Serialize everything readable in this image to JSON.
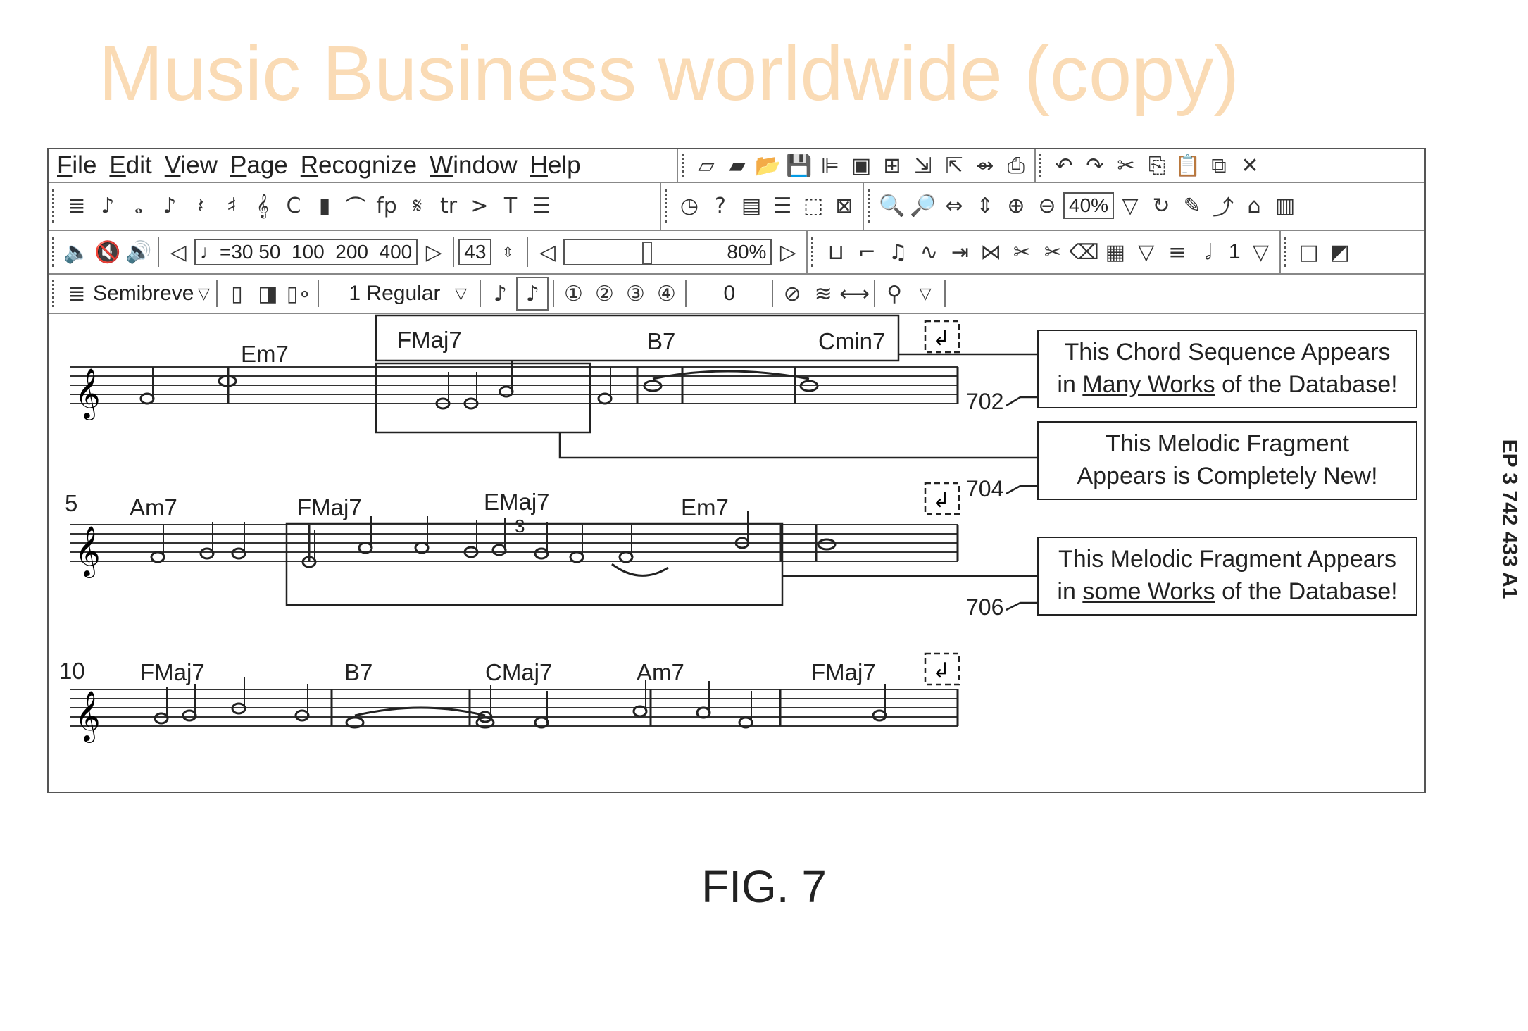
{
  "menu": [
    {
      "u": "F",
      "rest": "ile"
    },
    {
      "u": "E",
      "rest": "dit"
    },
    {
      "u": "V",
      "rest": "iew"
    },
    {
      "u": "P",
      "rest": "age"
    },
    {
      "u": "R",
      "rest": "ecognize"
    },
    {
      "u": "W",
      "rest": "indow"
    },
    {
      "u": "H",
      "rest": "elp"
    }
  ],
  "toolbars": {
    "file": [
      [
        "new-icon",
        "▱"
      ],
      [
        "new-from-template-icon",
        "▰"
      ],
      [
        "open-icon",
        "📂"
      ],
      [
        "save-icon",
        "💾"
      ],
      [
        "properties-icon",
        "⊫"
      ],
      [
        "scan-icon",
        "▣"
      ],
      [
        "add-page-icon",
        "⊞"
      ],
      [
        "import-icon",
        "⇲"
      ],
      [
        "export-icon",
        "⇱"
      ],
      [
        "export-midi-icon",
        "⇴"
      ],
      [
        "print-icon",
        "⎙"
      ]
    ],
    "edit": [
      [
        "undo-icon",
        "↶"
      ],
      [
        "redo-icon",
        "↷"
      ],
      [
        "cut-icon",
        "✂"
      ],
      [
        "copy-icon",
        "⎘"
      ],
      [
        "paste-icon",
        "📋"
      ],
      [
        "paste-special-icon",
        "⧉"
      ],
      [
        "delete-icon",
        "✕"
      ]
    ],
    "palette": [
      [
        "staff-icon",
        "≣"
      ],
      [
        "note-icon",
        "♪"
      ],
      [
        "whole-note-icon",
        "𝅝"
      ],
      [
        "eighth-note-icon",
        "♪"
      ],
      [
        "rest-icon",
        "𝄽"
      ],
      [
        "sharp-icon",
        "♯"
      ],
      [
        "treble-clef-icon",
        "𝄞"
      ],
      [
        "time-signature-icon",
        "C"
      ],
      [
        "barline-icon",
        "▮"
      ],
      [
        "slur-icon",
        "⌒"
      ],
      [
        "dynamics-icon",
        "fp"
      ],
      [
        "segno-icon",
        "𝄋"
      ],
      [
        "trill-icon",
        "tr"
      ],
      [
        "accent-icon",
        ">"
      ],
      [
        "text-icon",
        "T"
      ],
      [
        "layout-icon",
        "☰"
      ]
    ],
    "tools": [
      [
        "clock-icon",
        "◷"
      ],
      [
        "help-icon",
        "?"
      ],
      [
        "page-layout-icon",
        "▤"
      ],
      [
        "page-icon",
        "☰"
      ],
      [
        "page-frame-icon",
        "⬚"
      ],
      [
        "no-page-icon",
        "⊠"
      ]
    ],
    "view": [
      [
        "search-icon",
        "🔍"
      ],
      [
        "zoom-tool-icon",
        "🔎"
      ],
      [
        "fit-width-icon",
        "⇔"
      ],
      [
        "fit-height-icon",
        "⇕"
      ],
      [
        "zoom-in-icon",
        "⊕"
      ],
      [
        "zoom-out-icon",
        "⊖"
      ]
    ],
    "view2": [
      [
        "rotate-icon",
        "↻"
      ],
      [
        "pen-icon",
        "✎"
      ],
      [
        "connect-icon",
        "⤴"
      ],
      [
        "brush-icon",
        "⌂"
      ],
      [
        "columns-icon",
        "▥"
      ]
    ],
    "play": [
      [
        "speaker-icon",
        "🔈"
      ],
      [
        "mute-icon",
        "🔇"
      ],
      [
        "speaker-loud-icon",
        "🔊"
      ]
    ],
    "recog": [
      [
        "stem-icon",
        "⊔"
      ],
      [
        "flag-icon",
        "⌐"
      ],
      [
        "beam-icon",
        "♫"
      ],
      [
        "tie-icon",
        "∿"
      ],
      [
        "split-icon",
        "⇥"
      ],
      [
        "merge-icon",
        "⋈"
      ],
      [
        "cut-note-icon",
        "✂"
      ],
      [
        "scissors-icon",
        "✂"
      ],
      [
        "eraser-icon",
        "⌫"
      ],
      [
        "grid-icon",
        "▦"
      ]
    ],
    "recog2": [
      [
        "list-icon",
        "≡"
      ],
      [
        "half-note-icon",
        "𝅗𝅥"
      ]
    ],
    "misc": [
      [
        "blank-icon",
        "□"
      ],
      [
        "frame-icon",
        "◩"
      ]
    ],
    "row4a": [
      [
        "frame-single-icon",
        "▯"
      ],
      [
        "frame-right-icon",
        "◨"
      ],
      [
        "frame-dots-icon",
        "▯∘"
      ]
    ],
    "voices": [
      "①",
      "②",
      "③",
      "④"
    ],
    "row4b": [
      [
        "no-slash-icon",
        "⊘"
      ],
      [
        "tremolo-icon",
        "≋"
      ],
      [
        "width-icon",
        "⟷"
      ]
    ]
  },
  "values": {
    "tempo_label": "♩=30",
    "tempo_scale": "50  100  200  400",
    "measure": "43",
    "volume": "80%",
    "zoom": "40%",
    "voice_number": "1",
    "duration": "Semibreve",
    "font_style": "1 Regular",
    "offset": "0"
  },
  "score": {
    "system1": {
      "chords": [
        "Em7",
        "FMaj7",
        "B7",
        "Cmin7"
      ]
    },
    "system2": {
      "number": "5",
      "chords": [
        "Am7",
        "FMaj7",
        "EMaj7",
        "Em7"
      ],
      "triplet": "3"
    },
    "system3": {
      "number": "10",
      "chords": [
        "FMaj7",
        "B7",
        "CMaj7",
        "Am7",
        "FMaj7"
      ]
    }
  },
  "annotations": [
    {
      "ref": "702",
      "line1": "This Chord Sequence Appears",
      "pre": "in ",
      "u": "Many Works",
      "post": " of the Database!"
    },
    {
      "ref": "704",
      "line1": "This Melodic Fragment",
      "pre": "Appears is Completely New!",
      "u": "",
      "post": ""
    },
    {
      "ref": "706",
      "line1": "This Melodic Fragment Appears",
      "pre": "in ",
      "u": "some Works",
      "post": " of the Database!"
    }
  ],
  "figure_label": "FIG. 7",
  "publication": "EP 3 742 433 A1",
  "watermark": "Music Business worldwide (copy)"
}
